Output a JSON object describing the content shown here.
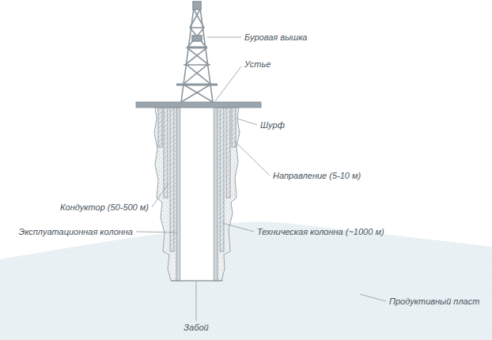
{
  "diagram": {
    "labels": [
      "Буровая вышка",
      "Устье",
      "Шурф",
      "Направление (5-10 м)",
      "Кондуктор (50-500 м)",
      "Эксплуатационная колонна",
      "Техническая колонна (~1000 м)",
      "Продуктивный пласт",
      "Забой"
    ]
  }
}
